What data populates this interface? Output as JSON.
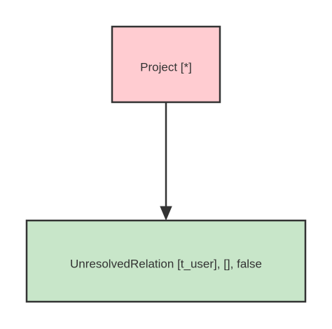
{
  "nodes": {
    "project": {
      "label": "Project [*]",
      "fill": "#ffccd1",
      "stroke": "#333333"
    },
    "unresolved": {
      "label": "UnresolvedRelation [t_user], [], false",
      "fill": "#c8e6c9",
      "stroke": "#333333"
    }
  },
  "edges": [
    {
      "from": "Project [*]",
      "to": "UnresolvedRelation [t_user], [], false",
      "color": "#333333"
    }
  ]
}
